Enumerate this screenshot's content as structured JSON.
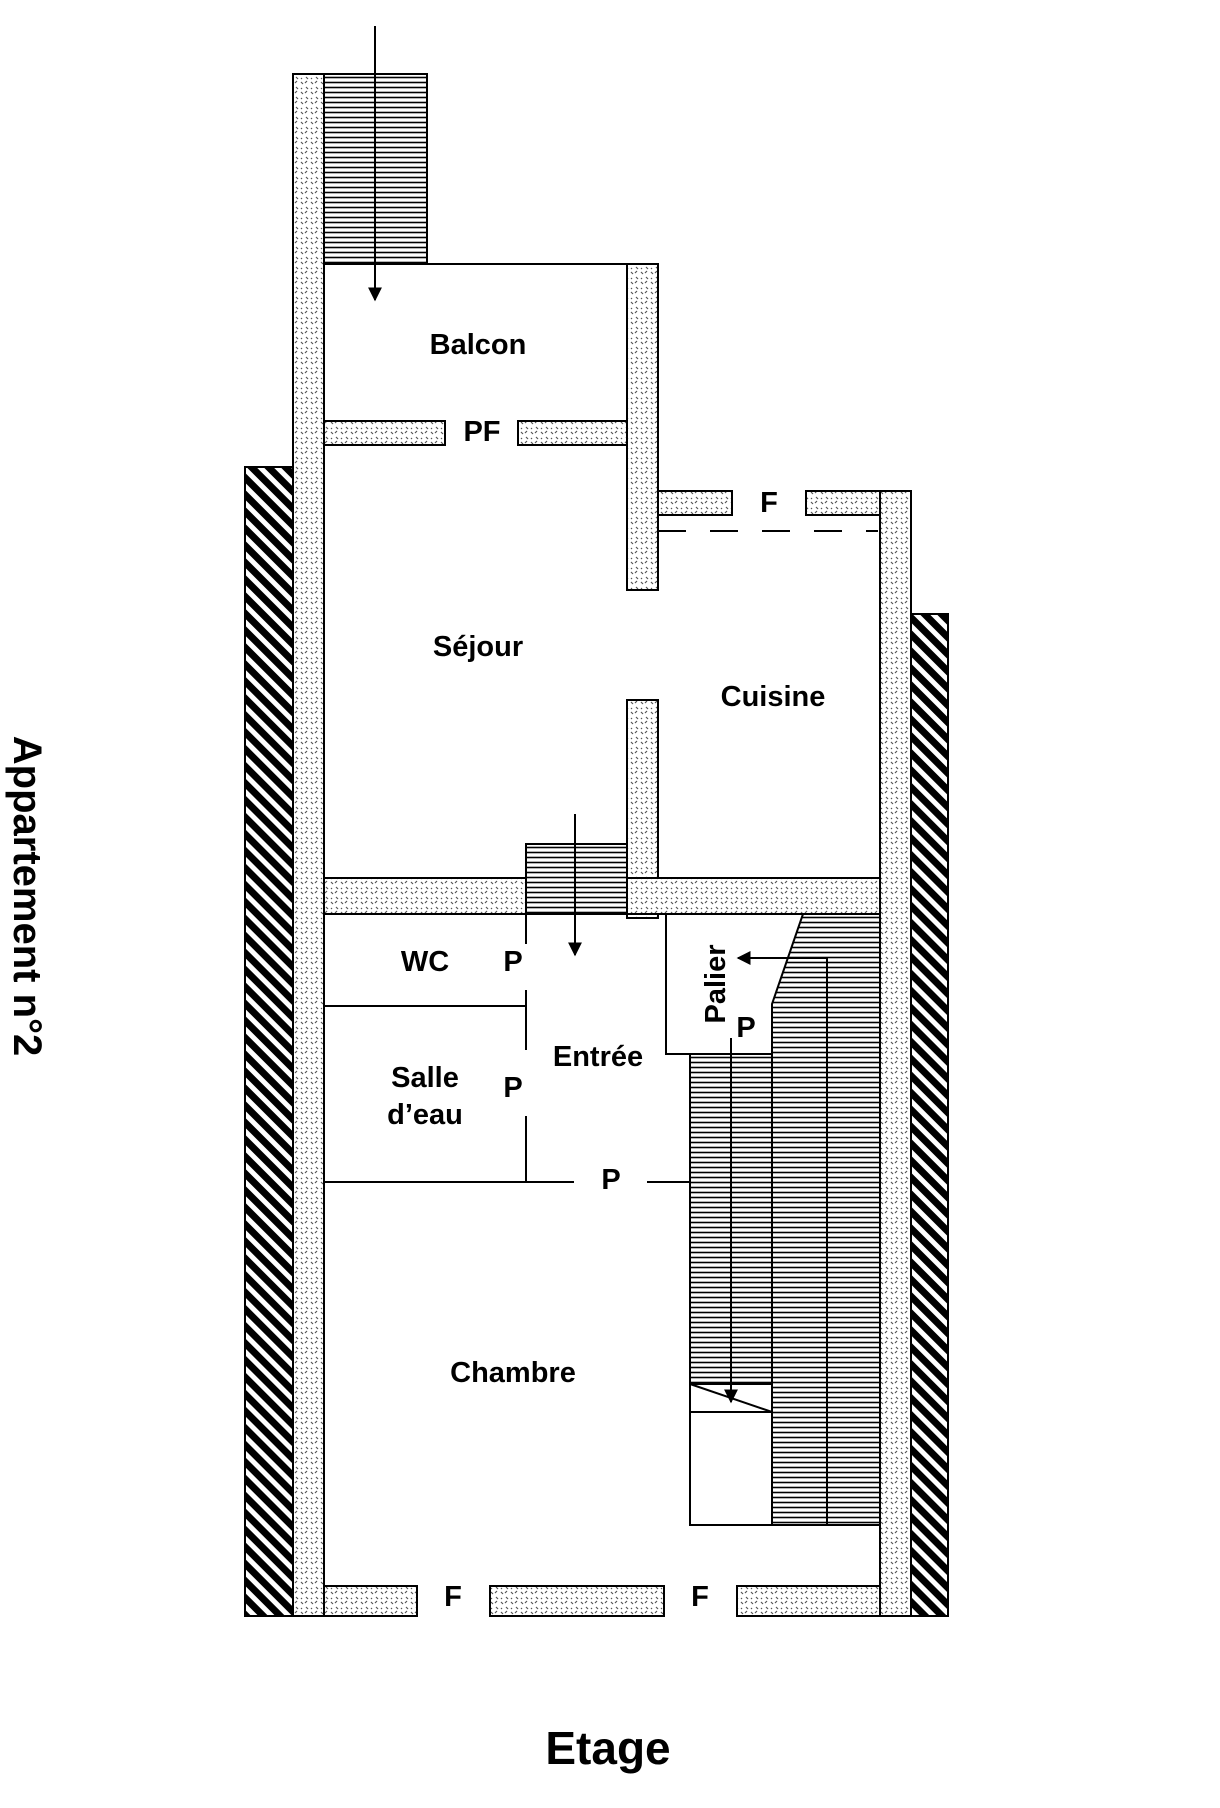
{
  "diagram": {
    "title": "Etage",
    "side_title": "Appartement n°2",
    "rooms": {
      "balcon": "Balcon",
      "sejour": "Séjour",
      "cuisine": "Cuisine",
      "wc": "WC",
      "salle_line1": "Salle",
      "salle_line2": "d’eau",
      "entree": "Entrée",
      "palier": "Palier",
      "chambre": "Chambre"
    },
    "openings": {
      "balcon_door": "PF",
      "cuisine_window": "F",
      "wc_door": "P",
      "salle_door": "P",
      "chambre_door": "P",
      "palier_door": "P",
      "chambre_window_left": "F",
      "chambre_window_right": "F"
    }
  }
}
